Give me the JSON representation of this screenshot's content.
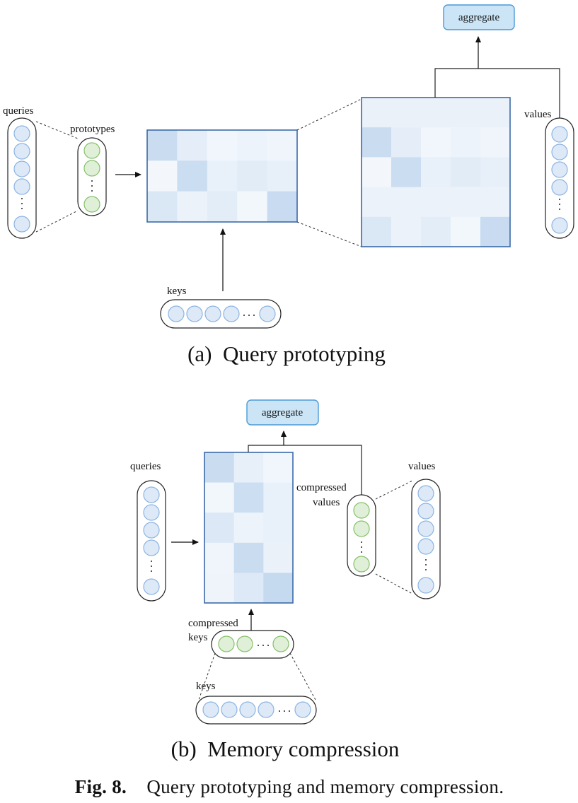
{
  "panel_a": {
    "queries_label": "queries",
    "prototypes_label": "prototypes",
    "keys_label": "keys",
    "values_label": "values",
    "aggregate_label": "aggregate",
    "caption": "(a)  Query prototyping",
    "attention_small": [
      [
        0.72,
        0.28,
        0.08,
        0.16,
        0.1
      ],
      [
        0.05,
        0.7,
        0.22,
        0.32,
        0.24
      ],
      [
        0.45,
        0.18,
        0.3,
        0.06,
        0.75
      ]
    ],
    "attention_large": [
      [
        0.2,
        0.2,
        0.2,
        0.2,
        0.2
      ],
      [
        0.72,
        0.28,
        0.08,
        0.16,
        0.1
      ],
      [
        0.05,
        0.7,
        0.22,
        0.32,
        0.24
      ],
      [
        0.18,
        0.18,
        0.18,
        0.18,
        0.18
      ],
      [
        0.45,
        0.18,
        0.3,
        0.06,
        0.75
      ]
    ]
  },
  "panel_b": {
    "queries_label": "queries",
    "compressed_values_label_1": "compressed",
    "compressed_values_label_2": "values",
    "values_label": "values",
    "compressed_keys_label_1": "compressed",
    "compressed_keys_label_2": "keys",
    "keys_label": "keys",
    "aggregate_label": "aggregate",
    "caption": "(b)  Memory compression",
    "attention": [
      [
        0.72,
        0.25,
        0.08
      ],
      [
        0.06,
        0.68,
        0.22
      ],
      [
        0.42,
        0.15,
        0.22
      ],
      [
        0.1,
        0.72,
        0.2
      ],
      [
        0.12,
        0.4,
        0.78
      ]
    ]
  },
  "figure_caption": {
    "label": "Fig. 8.",
    "text": "Query prototyping and memory compression."
  },
  "colors": {
    "blue_fill": "#dde9f7",
    "blue_stroke": "#8db4e2",
    "green_fill": "#e0f0d8",
    "green_stroke": "#86c06a",
    "matrix_border": "#3b6aa8",
    "aggregate_fill": "#cbe5f7",
    "aggregate_stroke": "#4b9ad6"
  }
}
